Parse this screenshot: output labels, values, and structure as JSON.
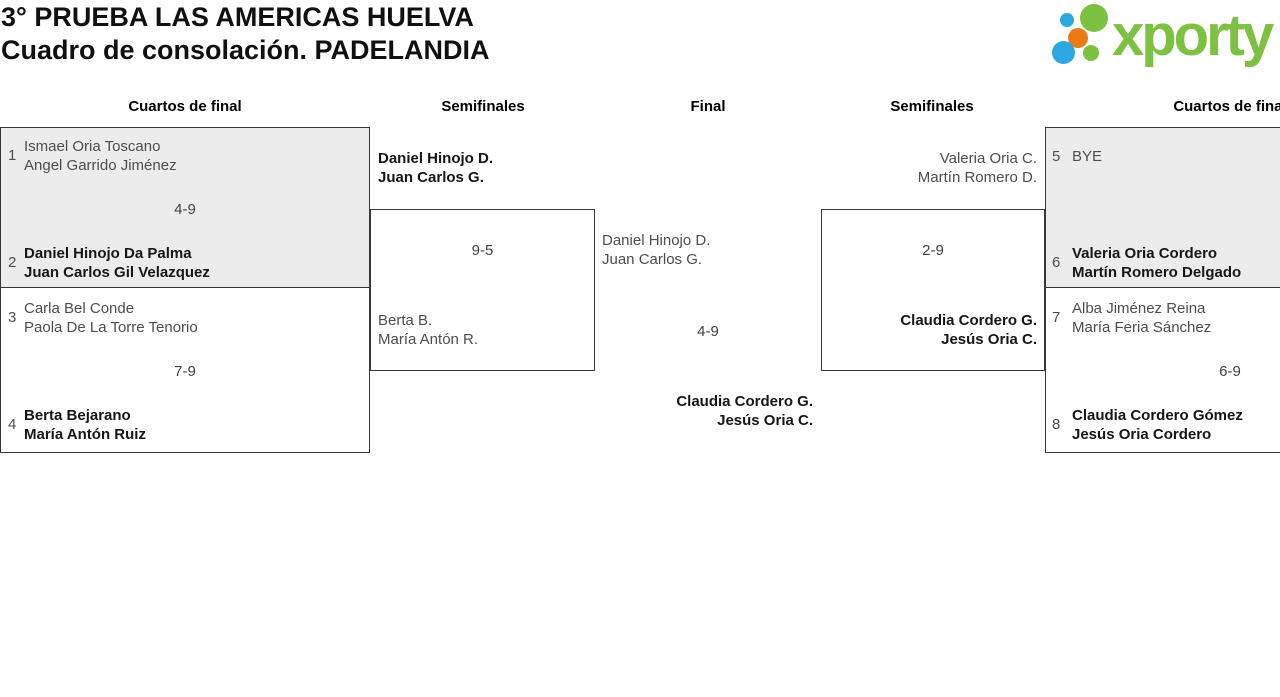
{
  "page": {
    "title_line1": "3° PRUEBA LAS AMERICAS HUELVA",
    "title_line2": "Cuadro de consolación. PADELANDIA"
  },
  "logo": {
    "wordmark": "xporty",
    "colors": {
      "green": "#7dc142",
      "blue": "#2aa9e0",
      "orange": "#ea7c16"
    }
  },
  "round_headers": [
    "Cuartos de final",
    "Semifinales",
    "Final",
    "Semifinales",
    "Cuartos de final"
  ],
  "matches": {
    "qf1": {
      "seed_a": "1",
      "team_a": {
        "p1": "Ismael Oria Toscano",
        "p2": "Angel Garrido Jiménez"
      },
      "score": "4-9",
      "seed_b": "2",
      "team_b": {
        "p1": "Daniel Hinojo Da Palma",
        "p2": "Juan Carlos Gil Velazquez"
      }
    },
    "qf2": {
      "seed_a": "3",
      "team_a": {
        "p1": "Carla Bel Conde",
        "p2": "Paola De La Torre Tenorio"
      },
      "score": "7-9",
      "seed_b": "4",
      "team_b": {
        "p1": "Berta Bejarano",
        "p2": "María Antón Ruiz"
      }
    },
    "sf1": {
      "team_a": {
        "p1": "Daniel Hinojo D.",
        "p2": "Juan Carlos G."
      },
      "score": "9-5",
      "team_b": {
        "p1": "Berta B.",
        "p2": "María Antón R."
      }
    },
    "final": {
      "team_a": {
        "p1": "Daniel Hinojo D.",
        "p2": "Juan Carlos G."
      },
      "score": "4-9",
      "team_b": {
        "p1": "Claudia Cordero G.",
        "p2": "Jesús Oria C."
      }
    },
    "sf2": {
      "team_a": {
        "p1": "Valeria Oria C.",
        "p2": "Martín Romero D."
      },
      "score": "2-9",
      "team_b": {
        "p1": "Claudia Cordero G.",
        "p2": "Jesús Oria C."
      }
    },
    "qf3": {
      "seed_a": "5",
      "team_a": {
        "p1": "BYE",
        "p2": ""
      },
      "seed_b": "6",
      "team_b": {
        "p1": "Valeria Oria Cordero",
        "p2": "Martín Romero Delgado"
      }
    },
    "qf4": {
      "seed_a": "7",
      "team_a": {
        "p1": "Alba Jiménez Reina",
        "p2": "María Feria Sánchez"
      },
      "score": "6-9",
      "seed_b": "8",
      "team_b": {
        "p1": "Claudia Cordero Gómez",
        "p2": "Jesús Oria Cordero"
      }
    }
  }
}
